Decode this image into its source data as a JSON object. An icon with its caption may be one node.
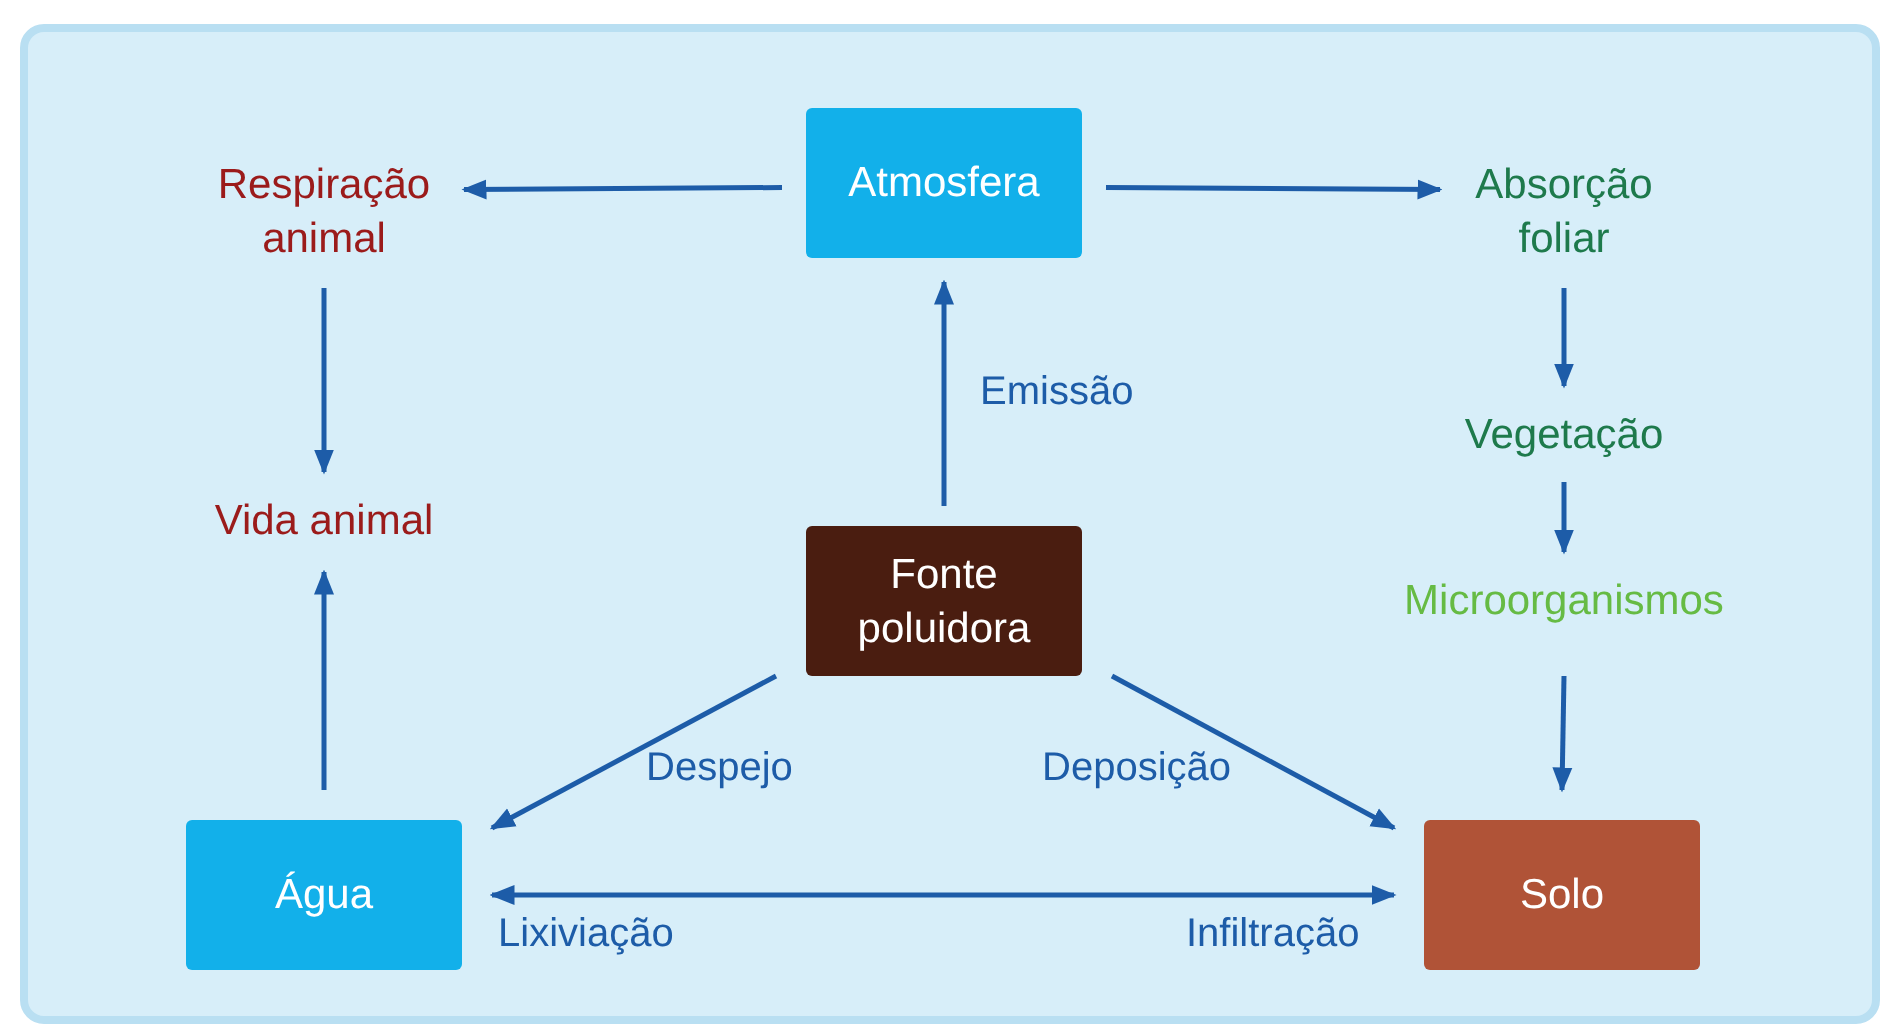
{
  "diagram": {
    "nodes": [
      {
        "text": [
          "Atmosfera"
        ]
      },
      {
        "text": [
          "Respiração animal"
        ]
      },
      {
        "text": [
          "Absorção foliar"
        ]
      },
      {
        "text": [
          "Vegetação"
        ]
      },
      {
        "text": [
          "Microorganismos"
        ]
      },
      {
        "text": [
          "Vida animal"
        ]
      },
      {
        "text": [
          "Fonte poluidora"
        ]
      },
      {
        "text": [
          "Água"
        ]
      },
      {
        "text": [
          "Solo"
        ]
      }
    ],
    "edges": [
      {
        "from": 0,
        "to": 1,
        "arrow": "to"
      },
      {
        "from": 0,
        "to": 2,
        "arrow": "to"
      },
      {
        "from": 1,
        "to": 5,
        "arrow": "to"
      },
      {
        "from": 2,
        "to": 3,
        "arrow": "to"
      },
      {
        "from": 3,
        "to": 4,
        "arrow": "to"
      },
      {
        "from": 4,
        "to": 8,
        "arrow": "to"
      },
      {
        "from": 7,
        "to": 5,
        "arrow": "to"
      },
      {
        "from": 6,
        "to": 0,
        "arrow": "to",
        "label": "Emissão"
      },
      {
        "from": 6,
        "to": 7,
        "arrow": "to",
        "label": "Despejo"
      },
      {
        "from": 6,
        "to": 8,
        "arrow": "to",
        "label": "Deposição"
      },
      {
        "from": 7,
        "to": 8,
        "arrow": "both",
        "label": "Lixiviação"
      }
    ],
    "labels": [
      "Infiltração"
    ]
  }
}
